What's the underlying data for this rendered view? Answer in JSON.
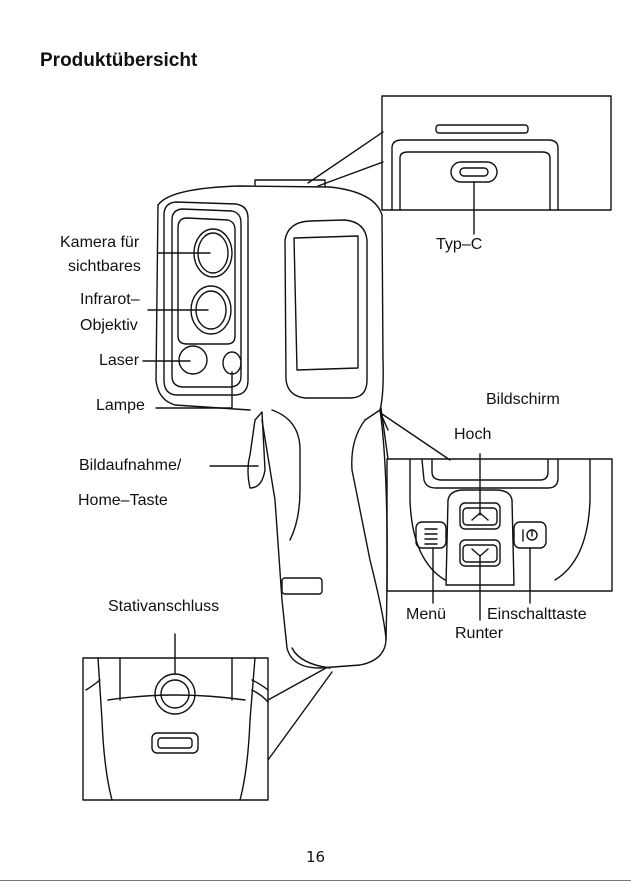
{
  "title": "Produktübersicht",
  "labels": {
    "camera_visible_1": "Kamera für",
    "camera_visible_2": "sichtbares",
    "infrared_1": "Infrarot–",
    "infrared_2": "Objektiv",
    "laser": "Laser",
    "lamp": "Lampe",
    "capture_1": "Bildaufnahme/",
    "capture_2": "Home–Taste",
    "typec": "Typ–C",
    "screen": "Bildschirm",
    "up": "Hoch",
    "menu": "Menü",
    "down": "Runter",
    "power": "Einschalttaste",
    "tripod": "Stativanschluss"
  },
  "page_number": "16"
}
